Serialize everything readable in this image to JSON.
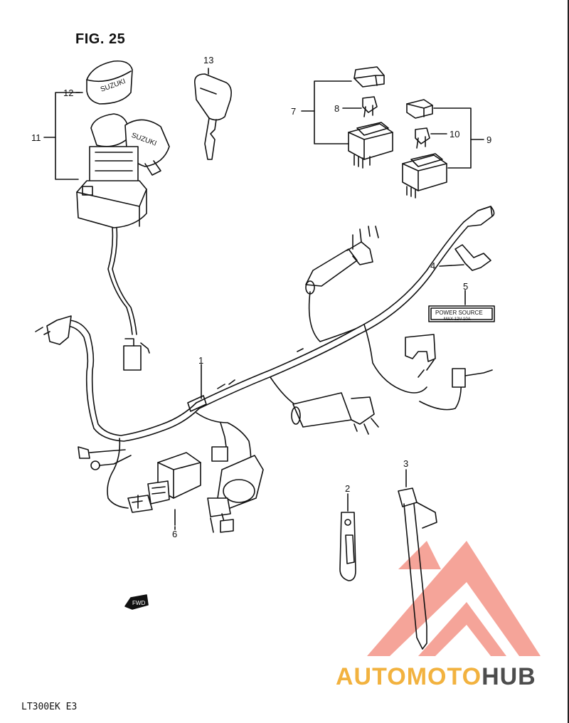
{
  "figure": {
    "title": "FIG. 25",
    "model": "LT300EK  E3"
  },
  "callouts": [
    {
      "id": "n1",
      "text": "1"
    },
    {
      "id": "n2",
      "text": "2"
    },
    {
      "id": "n3",
      "text": "3"
    },
    {
      "id": "n4",
      "text": "4"
    },
    {
      "id": "n5",
      "text": "5"
    },
    {
      "id": "n6",
      "text": "6"
    },
    {
      "id": "n7",
      "text": "7"
    },
    {
      "id": "n8",
      "text": "8"
    },
    {
      "id": "n9",
      "text": "9"
    },
    {
      "id": "n10",
      "text": "10"
    },
    {
      "id": "n11",
      "text": "11"
    },
    {
      "id": "n12",
      "text": "12"
    },
    {
      "id": "n13",
      "text": "13"
    }
  ],
  "parts": {
    "key_cover_text": "SUZUKI",
    "ignition_text": "SUZUKI",
    "power_label": {
      "line1": "POWER SOURCE",
      "line2": "MAX  12V 10A"
    },
    "fwd_text": "FWD"
  },
  "watermark": {
    "part1": "AUTOMOTO",
    "part2": "HUB",
    "color1": "#f2b23f",
    "color2": "#4d4d4d",
    "triangle_color": "#e8402a"
  }
}
